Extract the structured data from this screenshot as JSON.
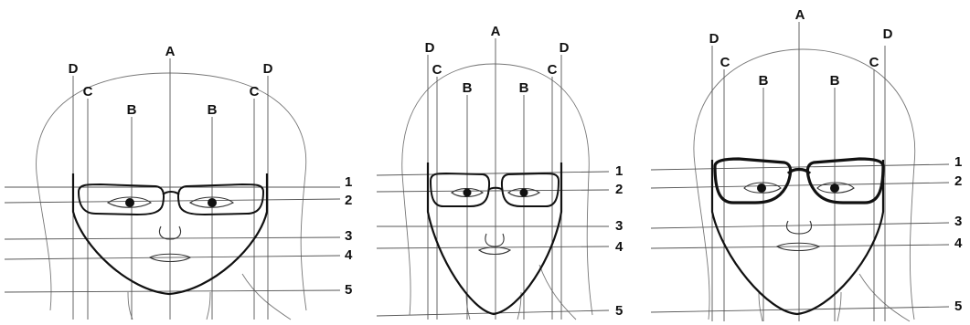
{
  "figures": [
    {
      "id": "figure-1",
      "vertical_labels": [
        "D",
        "C",
        "B",
        "A",
        "B",
        "C",
        "D"
      ],
      "horizontal_labels": [
        "1",
        "2",
        "3",
        "4",
        "5"
      ]
    },
    {
      "id": "figure-2",
      "vertical_labels": [
        "D",
        "C",
        "B",
        "A",
        "B",
        "C",
        "D"
      ],
      "horizontal_labels": [
        "1",
        "2",
        "3",
        "4",
        "5"
      ]
    },
    {
      "id": "figure-3",
      "vertical_labels": [
        "D",
        "C",
        "B",
        "A",
        "B",
        "C",
        "D"
      ],
      "horizontal_labels": [
        "1",
        "2",
        "3",
        "4",
        "5"
      ]
    }
  ]
}
